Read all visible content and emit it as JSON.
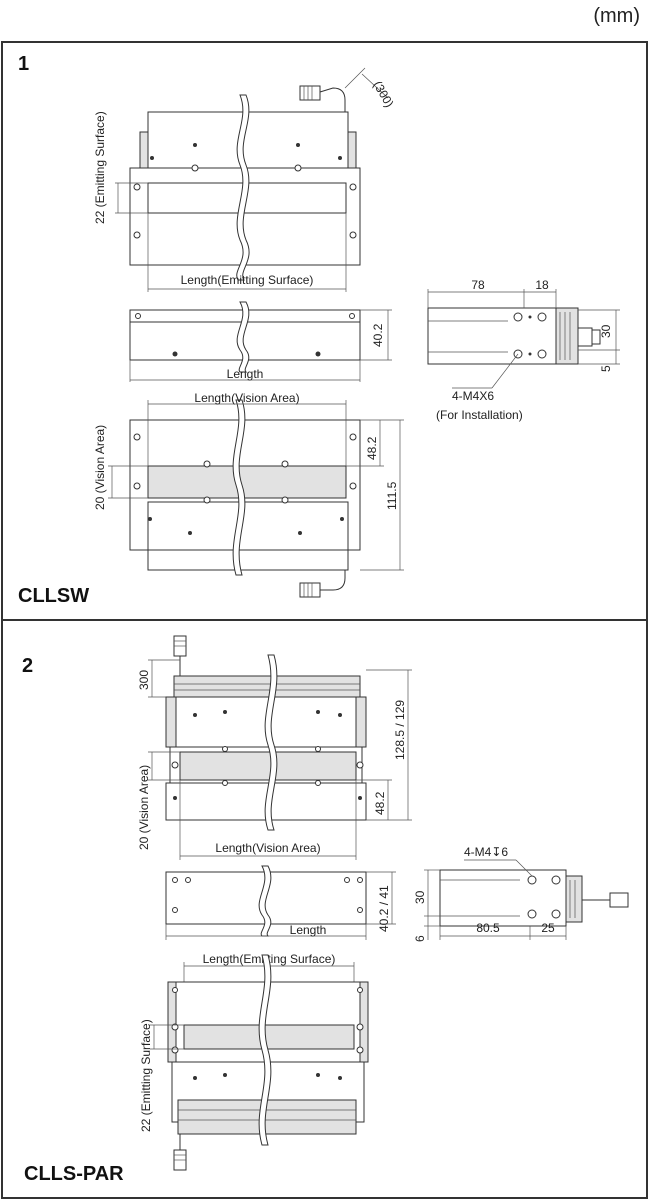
{
  "unit_label": "(mm)",
  "section1": {
    "number": "1",
    "model": "CLLSW",
    "cable": "(300)",
    "emitting_height": "22 (Emitting Surface)",
    "length_emitting": "Length(Emitting Surface)",
    "side_height": "40.2",
    "length": "Length",
    "end_width_a": "78",
    "end_width_b": "18",
    "end_height": "30",
    "end_offset": "5",
    "screw": "4-M4X6",
    "screw_note": "(For Installation)",
    "length_vision": "Length(Vision Area)",
    "vision_height": "20 (Vision Area)",
    "vision_offset": "48.2",
    "total_height": "111.5"
  },
  "section2": {
    "number": "2",
    "model": "CLLS-PAR",
    "cable": "300",
    "total_height": "128.5 / 129",
    "vision_height": "20 (Vision Area)",
    "vision_offset": "48.2",
    "length_vision": "Length(Vision Area)",
    "screw": "4-M4↧6",
    "side_height": "40.2 / 41",
    "length": "Length",
    "end_height": "30",
    "end_offset": "6",
    "end_width_a": "80.5",
    "end_width_b": "25",
    "length_emitting": "Length(Emitting Surface)",
    "emitting_height": "22 (Emitting Surface)"
  }
}
